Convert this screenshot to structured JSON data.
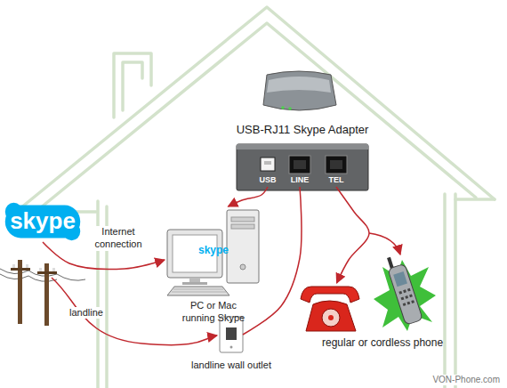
{
  "diagram": {
    "nodes": [
      {
        "text": [
          "USB-RJ11 Skype Adapter"
        ]
      },
      {
        "text": [
          "USB"
        ],
        "in": 0
      },
      {
        "text": [
          "LINE"
        ],
        "in": 0
      },
      {
        "text": [
          "TEL"
        ],
        "in": 0
      },
      {
        "text": [
          "skype"
        ]
      },
      {
        "text": [
          "skype",
          "PC or Mac running Skype"
        ]
      },
      {
        "text": [
          "regular or cordless phone"
        ]
      },
      {
        "text": [
          "landline wall outlet"
        ]
      }
    ],
    "edges": [
      {
        "from": 4,
        "to": 5,
        "label": "Internet connection",
        "arrow": "to"
      },
      {
        "from": 1,
        "to": 5,
        "arrow": "to"
      },
      {
        "from": 2,
        "to": 7,
        "arrow": "none"
      },
      {
        "from": 3,
        "to": 6,
        "arrow": "to"
      }
    ],
    "labels": [
      "landline",
      "VON-Phone.com"
    ]
  }
}
